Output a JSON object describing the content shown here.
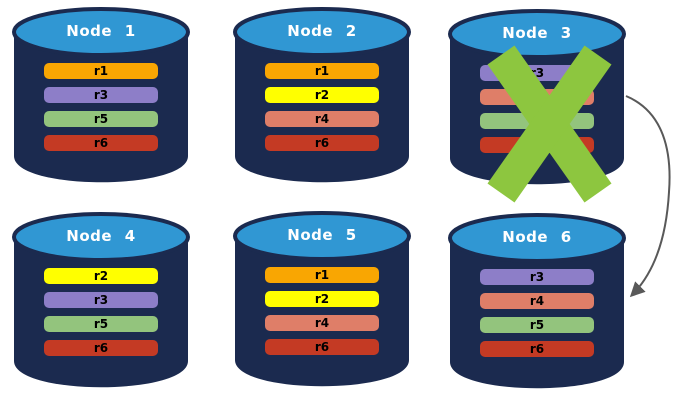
{
  "nodes": [
    {
      "title": "Node 1",
      "failed": false,
      "replicas": [
        {
          "label": "r1",
          "color": "orange"
        },
        {
          "label": "r3",
          "color": "purple"
        },
        {
          "label": "r5",
          "color": "green"
        },
        {
          "label": "r6",
          "color": "red"
        }
      ]
    },
    {
      "title": "Node 2",
      "failed": false,
      "replicas": [
        {
          "label": "r1",
          "color": "orange"
        },
        {
          "label": "r2",
          "color": "yellow"
        },
        {
          "label": "r4",
          "color": "salmon"
        },
        {
          "label": "r6",
          "color": "red"
        }
      ]
    },
    {
      "title": "Node 3",
      "failed": true,
      "replicas": [
        {
          "label": "r3",
          "color": "purple"
        },
        {
          "label": "r4",
          "color": "salmon"
        },
        {
          "label": "r5",
          "color": "green"
        },
        {
          "label": "r6",
          "color": "red"
        }
      ]
    },
    {
      "title": "Node 4",
      "failed": false,
      "replicas": [
        {
          "label": "r2",
          "color": "yellow"
        },
        {
          "label": "r3",
          "color": "purple"
        },
        {
          "label": "r5",
          "color": "green"
        },
        {
          "label": "r6",
          "color": "red"
        }
      ]
    },
    {
      "title": "Node 5",
      "failed": false,
      "replicas": [
        {
          "label": "r1",
          "color": "orange"
        },
        {
          "label": "r2",
          "color": "yellow"
        },
        {
          "label": "r4",
          "color": "salmon"
        },
        {
          "label": "r6",
          "color": "red"
        }
      ]
    },
    {
      "title": "Node 6",
      "failed": false,
      "replicas": [
        {
          "label": "r3",
          "color": "purple"
        },
        {
          "label": "r4",
          "color": "salmon"
        },
        {
          "label": "r5",
          "color": "green"
        },
        {
          "label": "r6",
          "color": "red"
        }
      ]
    }
  ],
  "colors": {
    "orange": "#F9A602",
    "yellow": "#FFFF00",
    "purple": "#8D7EC8",
    "salmon": "#DF7E68",
    "green": "#93C47D",
    "red": "#C43A24",
    "cylinder_body": "#1B2A4F",
    "cylinder_top": "#3097D3",
    "title_text": "#FFFFFF",
    "bar_text": "#000000",
    "failure_x": "#8DC63F",
    "arrow": "#595959"
  },
  "annotations": {
    "failed_node": "Node 3",
    "arrow_from": "Node 3",
    "arrow_to": "Node 6"
  }
}
